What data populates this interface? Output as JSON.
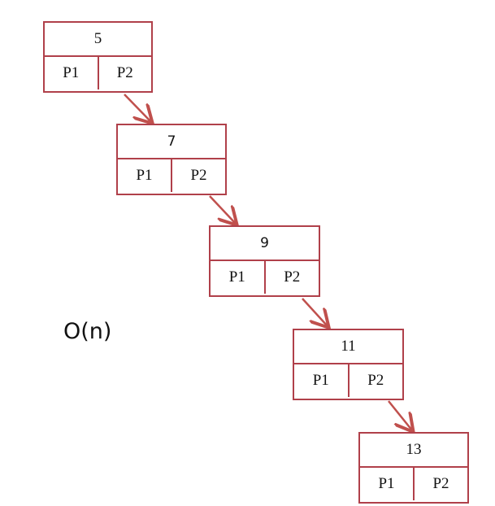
{
  "nodes": [
    {
      "value": "5",
      "p1": "P1",
      "p2": "P2"
    },
    {
      "value": "7",
      "p1": "P1",
      "p2": "P2"
    },
    {
      "value": "9",
      "p1": "P1",
      "p2": "P2"
    },
    {
      "value": "11",
      "p1": "P1",
      "p2": "P2"
    },
    {
      "value": "13",
      "p1": "P1",
      "p2": "P2"
    }
  ],
  "complexity_label": "O(n)",
  "colors": {
    "border": "#b0404a",
    "arrow": "#c0504d",
    "text": "#111111"
  }
}
